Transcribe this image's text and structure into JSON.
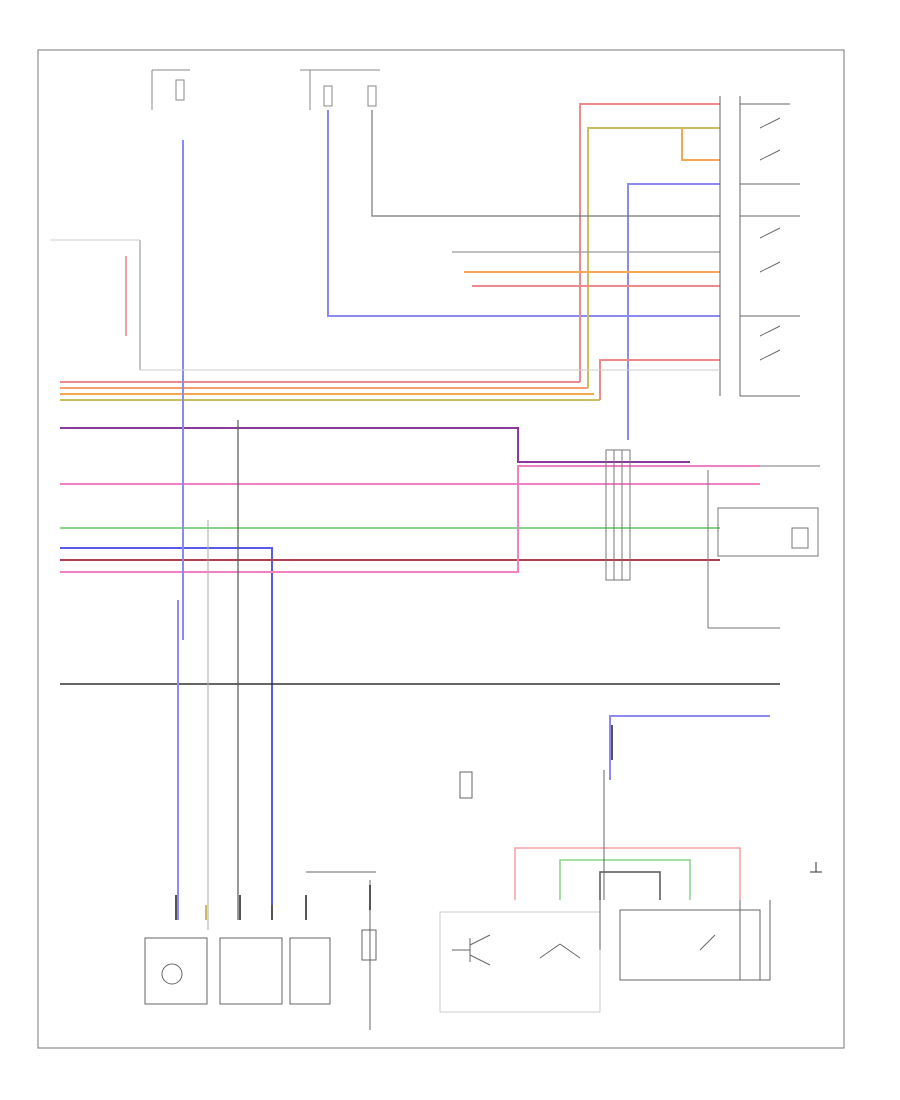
{
  "wires": [
    {
      "name": "red-wire",
      "color": "#f08a8a"
    },
    {
      "name": "red-yellow-wire",
      "color": "#f5a070"
    },
    {
      "name": "orange-wire",
      "color": "#f5a850"
    },
    {
      "name": "yellow-green-wire",
      "color": "#c8c060"
    },
    {
      "name": "purple-wire",
      "color": "#8a3a9a"
    },
    {
      "name": "pink-wire",
      "color": "#f080c0"
    },
    {
      "name": "green-wire",
      "color": "#88d488"
    },
    {
      "name": "blue-wire",
      "color": "#5a5ae8"
    },
    {
      "name": "light-blue-wire",
      "color": "#8a8af0"
    },
    {
      "name": "brown-red-wire",
      "color": "#b04050"
    },
    {
      "name": "black-wire",
      "color": "#333333"
    },
    {
      "name": "gray-wire",
      "color": "#9a9a9a"
    },
    {
      "name": "light-pink-wire",
      "color": "#f4a0a0"
    }
  ],
  "frame_color": "#666666",
  "icons": [
    "relay-icon",
    "switch-icon",
    "ground-icon",
    "motor-icon",
    "connector-icon",
    "sensor-icon"
  ]
}
